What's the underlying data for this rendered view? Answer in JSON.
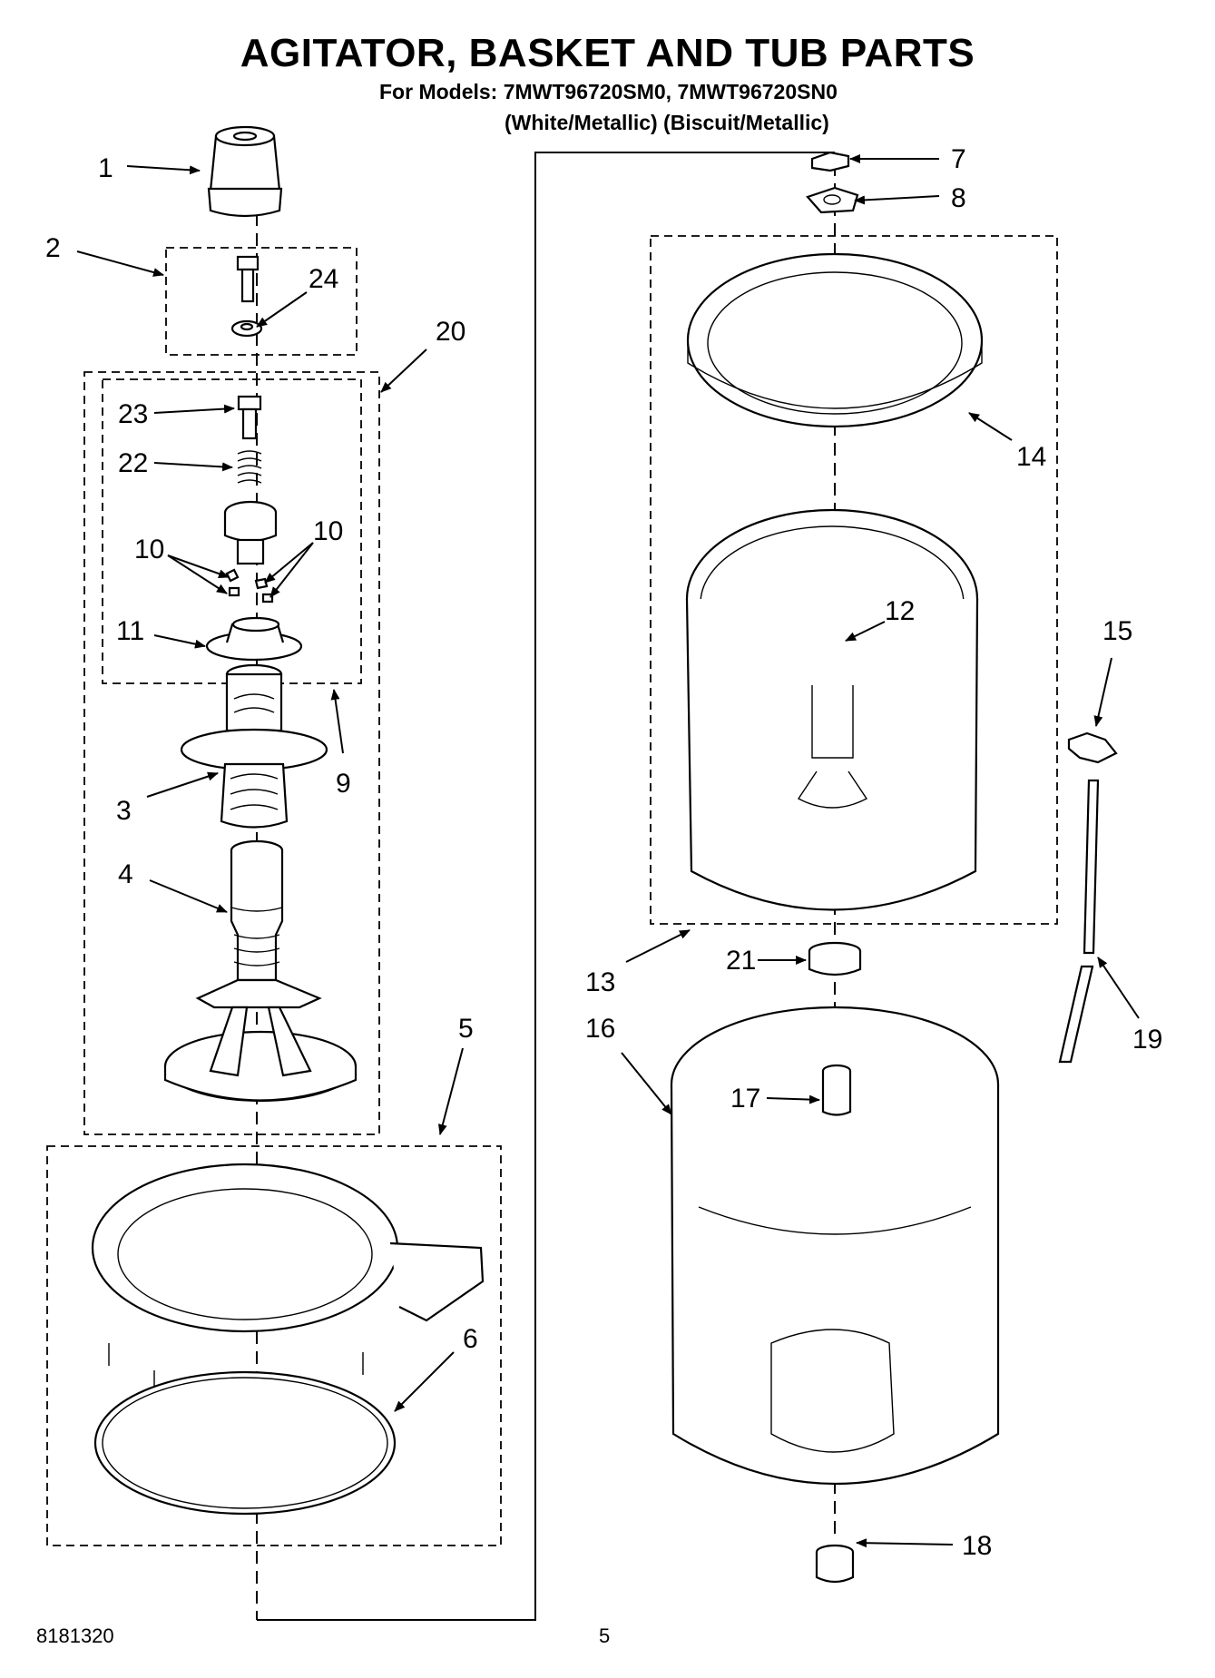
{
  "header": {
    "title": "AGITATOR, BASKET AND TUB PARTS",
    "models_line": "For Models: 7MWT96720SM0, 7MWT96720SN0",
    "colors_line": "(White/Metallic)  (Biscuit/Metallic)"
  },
  "footer": {
    "document_number": "8181320",
    "page_number": "5"
  },
  "callouts": {
    "c1": "1",
    "c2": "2",
    "c3": "3",
    "c4": "4",
    "c5": "5",
    "c6": "6",
    "c7": "7",
    "c8": "8",
    "c9": "9",
    "c10a": "10",
    "c10b": "10",
    "c11": "11",
    "c12": "12",
    "c13": "13",
    "c14": "14",
    "c15": "15",
    "c16": "16",
    "c17": "17",
    "c18": "18",
    "c19": "19",
    "c20": "20",
    "c21": "21",
    "c22": "22",
    "c23": "23",
    "c24": "24"
  }
}
